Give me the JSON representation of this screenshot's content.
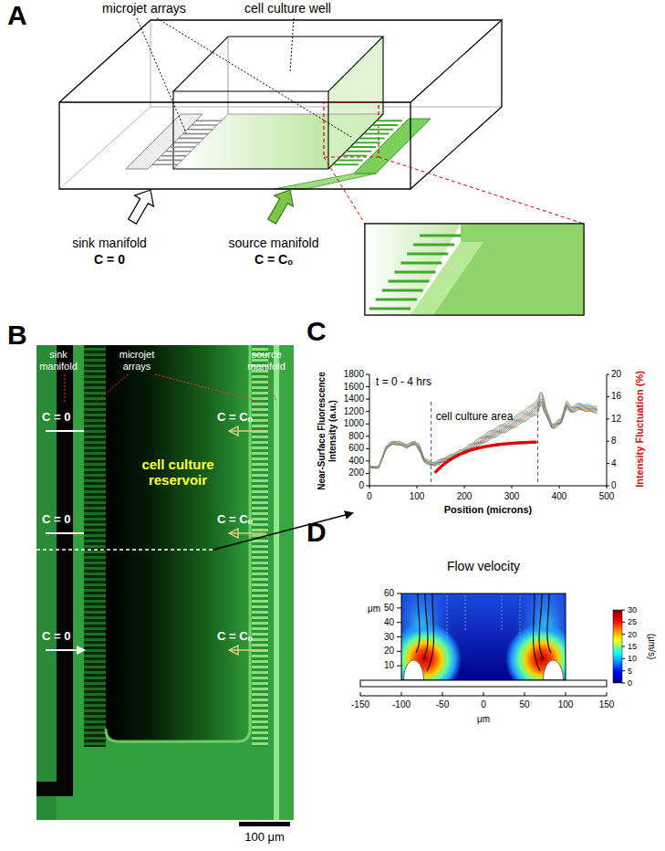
{
  "diagram": {
    "labels": [
      "A",
      "microjet arrays",
      "cell culture well",
      "sink manifold",
      "C = 0",
      "source manifold",
      "C = Cₒ",
      "B",
      "sink manifold",
      "microjet arrays",
      "source manifold",
      "C = 0",
      "C = Cₒ",
      "cell culture reservoir",
      "C = 0",
      "C = Cₒ",
      "C = 0",
      "C = Cₒ",
      "100 μm",
      "C",
      "t = 0 - 4 hrs",
      "cell culture area",
      "Near-Surface Fluorescence Intensity (a.u.)",
      "Intensity Fluctuation (%)",
      "Position (microns)",
      "1800",
      "1600",
      "1400",
      "1200",
      "1000",
      "800",
      "600",
      "400",
      "200",
      "0",
      "20",
      "16",
      "12",
      "8",
      "4",
      "0",
      "0",
      "100",
      "200",
      "300",
      "400",
      "500",
      "D",
      "Flow velocity",
      "μm",
      "60",
      "50",
      "40",
      "30",
      "20",
      "10",
      "μm",
      "-150",
      "-100",
      "-50",
      "0",
      "50",
      "100",
      "150",
      "30",
      "25",
      "20",
      "15",
      "10",
      "5",
      "0",
      "(μm/s)"
    ]
  }
}
